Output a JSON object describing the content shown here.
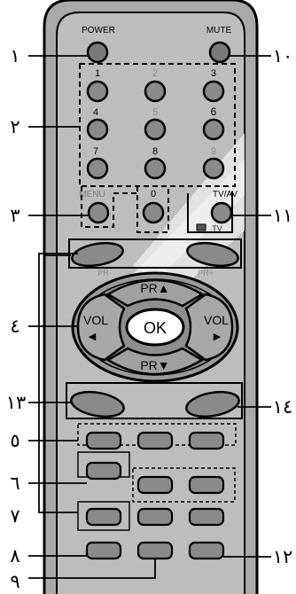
{
  "remote": {
    "top_buttons": {
      "power": "POWER",
      "mute": "MUTE"
    },
    "number_keys": [
      "1",
      "2",
      "3",
      "4",
      "5",
      "6",
      "7",
      "8",
      "9",
      "0"
    ],
    "menu": "MENU",
    "tv_av": "TV/AV",
    "tv_mode": "TV",
    "pr_minus": "PR-",
    "pr_plus": "PR+",
    "nav": {
      "pr_up": "PR▲",
      "pr_down": "PR▼",
      "vol_left": "VOL",
      "vol_right": "VOL",
      "ok": "OK"
    }
  },
  "callouts": {
    "c1": "١",
    "c2": "٢",
    "c3": "٣",
    "c4": "٤",
    "c5": "٥",
    "c6": "٦",
    "c7": "٧",
    "c8": "٨",
    "c9": "٩",
    "c10": "١٠",
    "c11": "١١",
    "c12": "١٢",
    "c13": "١٣",
    "c14": "١٤"
  }
}
